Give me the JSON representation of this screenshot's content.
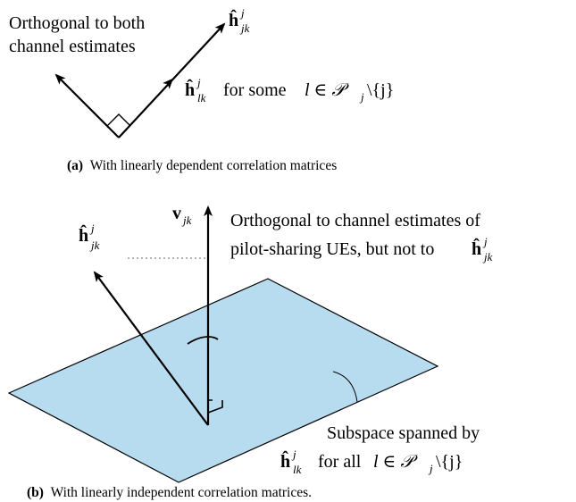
{
  "panel_a": {
    "label_orthogonal_line1": "Orthogonal to both",
    "label_orthogonal_line2": "channel estimates",
    "label_h_jk": {
      "base": "ĥ",
      "sup": "j",
      "sub": "jk"
    },
    "label_h_lk": {
      "base": "ĥ",
      "sup": "j",
      "sub": "lk"
    },
    "label_h_lk_suffix": "for some",
    "label_h_lk_condition": "l ∈ 𝒫",
    "label_h_lk_condition_sub": "j",
    "label_h_lk_condition_tail": "\\{j}",
    "caption_tag": "(a)",
    "caption_text": "With linearly dependent correlation matrices"
  },
  "panel_b": {
    "label_v": {
      "base": "v",
      "sub": "jk"
    },
    "label_h_jk": {
      "base": "ĥ",
      "sup": "j",
      "sub": "jk"
    },
    "annotation_line1": "Orthogonal to channel estimates of",
    "annotation_line2": "pilot-sharing UEs, but not to",
    "annotation_line2_math": {
      "base": "ĥ",
      "sup": "j",
      "sub": "jk"
    },
    "subspace_line1": "Subspace spanned by",
    "subspace_line2_math": {
      "base": "ĥ",
      "sup": "j",
      "sub": "lk"
    },
    "subspace_line2_text": "for all",
    "subspace_condition": "l ∈ 𝒫",
    "subspace_condition_sub": "j",
    "subspace_condition_tail": "\\{j}",
    "caption_tag": "(b)",
    "caption_text": "With linearly independent correlation matrices."
  },
  "colors": {
    "plane_fill": "#b7dcef",
    "stroke": "#000000",
    "dotted": "#999999"
  }
}
